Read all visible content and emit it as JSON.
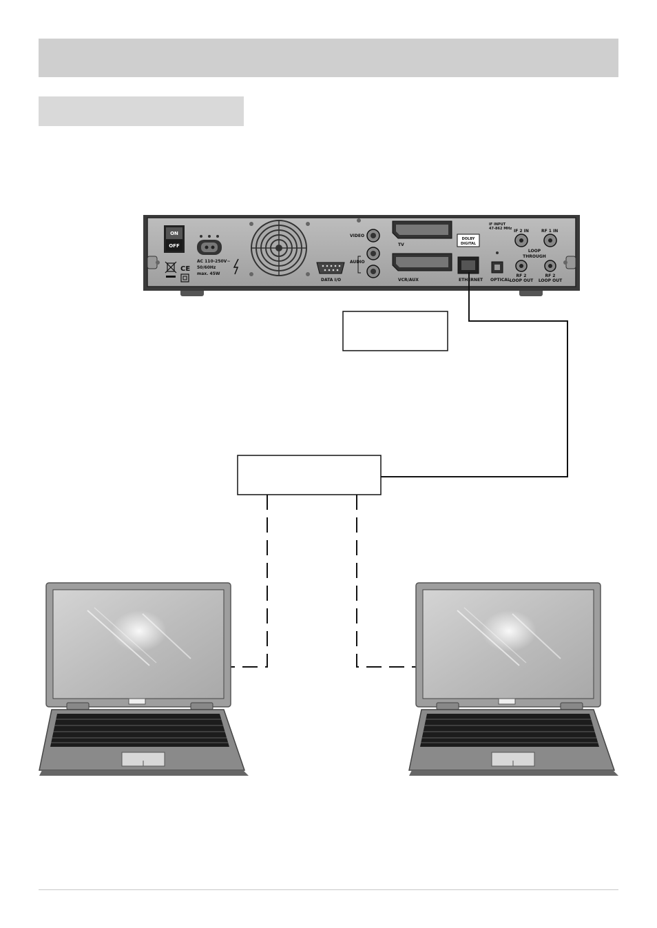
{
  "receiver": {
    "power_on": "ON",
    "power_off": "OFF",
    "ac_rating_1": "AC 110-250V~",
    "ac_rating_2": "50/60Hz",
    "ac_rating_3": "max. 45W",
    "ce_mark": "CE",
    "video_label": "VIDEO",
    "audio_label": "AUDIO",
    "data_io_label": "DATA I/O",
    "tv_label": "TV",
    "vcr_label": "VCR/AUX",
    "ethernet_label": "ETHERNET",
    "optical_label": "OPTICAL",
    "dolby_1": "DOLBY",
    "dolby_2": "DIGITAL",
    "if_input_1": "IF INPUT",
    "if_input_2": "47-862 MHz",
    "if2_in": "IF 2 IN",
    "rf1_in": "RF 1 IN",
    "loop_1": "LOOP",
    "loop_2": "THROUGH",
    "rf2_loop_a_1": "RF 2",
    "rf2_loop_a_2": "LOOP OUT",
    "rf2_loop_b_1": "RF 2",
    "rf2_loop_b_2": "LOOP OUT"
  }
}
